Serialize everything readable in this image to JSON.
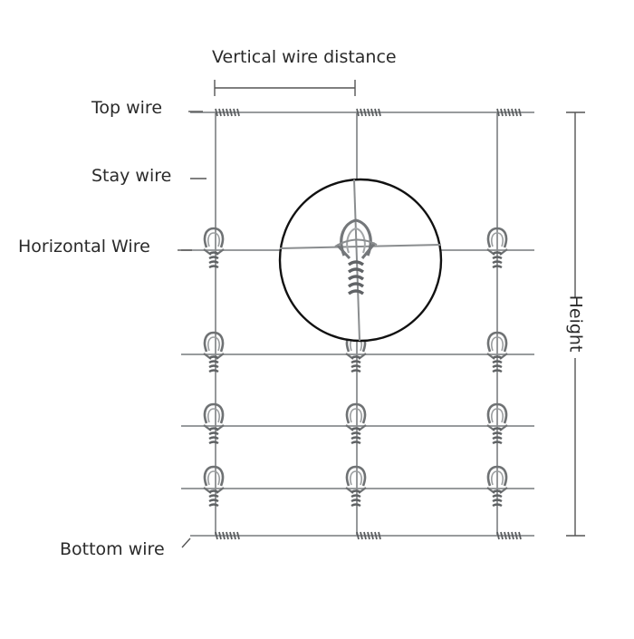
{
  "labels": {
    "vertical_wire_distance": "Vertical wire distance",
    "top_wire": "Top wire",
    "stay_wire": "Stay wire",
    "horizontal_wire": "Horizontal Wire",
    "bottom_wire": "Bottom wire",
    "height": "Height"
  },
  "colors": {
    "wire": "#8a8d8f",
    "wire_dark": "#4a4c4e",
    "line": "#555555",
    "text": "#2a2a2a",
    "magnifier": "#111111"
  }
}
